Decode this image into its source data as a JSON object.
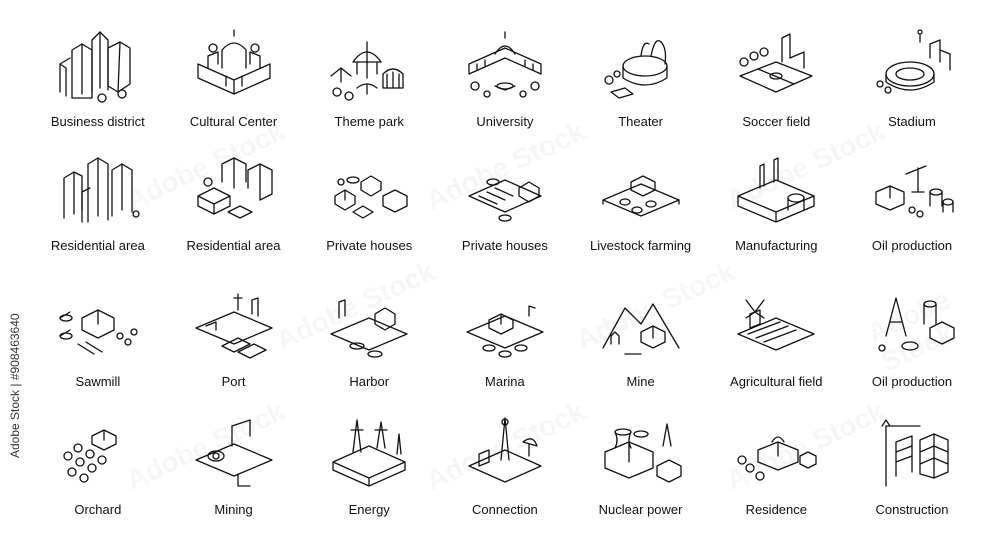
{
  "stock_id": "Adobe Stock | #908463640",
  "watermark": "Adobe Stock",
  "items": [
    {
      "label": "Business district",
      "icon": "business-district-icon"
    },
    {
      "label": "Cultural Center",
      "icon": "cultural-center-icon"
    },
    {
      "label": "Theme park",
      "icon": "theme-park-icon"
    },
    {
      "label": "University",
      "icon": "university-icon"
    },
    {
      "label": "Theater",
      "icon": "theater-icon"
    },
    {
      "label": "Soccer field",
      "icon": "soccer-field-icon"
    },
    {
      "label": "Stadium",
      "icon": "stadium-icon"
    },
    {
      "label": "Residential area",
      "icon": "residential-towers-icon"
    },
    {
      "label": "Residential area",
      "icon": "residential-blocks-icon"
    },
    {
      "label": "Private houses",
      "icon": "private-houses-icon"
    },
    {
      "label": "Private houses",
      "icon": "private-houses-fields-icon"
    },
    {
      "label": "Livestock farming",
      "icon": "livestock-farming-icon"
    },
    {
      "label": "Manufacturing",
      "icon": "manufacturing-icon"
    },
    {
      "label": "Oil production",
      "icon": "oil-production-pump-icon"
    },
    {
      "label": "Sawmill",
      "icon": "sawmill-icon"
    },
    {
      "label": "Port",
      "icon": "port-icon"
    },
    {
      "label": "Harbor",
      "icon": "harbor-icon"
    },
    {
      "label": "Marina",
      "icon": "marina-icon"
    },
    {
      "label": "Mine",
      "icon": "mine-icon"
    },
    {
      "label": "Agricultural field",
      "icon": "agricultural-field-icon"
    },
    {
      "label": "Oil production",
      "icon": "oil-production-tower-icon"
    },
    {
      "label": "Orchard",
      "icon": "orchard-icon"
    },
    {
      "label": "Mining",
      "icon": "mining-icon"
    },
    {
      "label": "Energy",
      "icon": "energy-icon"
    },
    {
      "label": "Connection",
      "icon": "connection-icon"
    },
    {
      "label": "Nuclear power",
      "icon": "nuclear-power-icon"
    },
    {
      "label": "Residence",
      "icon": "residence-icon"
    },
    {
      "label": "Construction",
      "icon": "construction-icon"
    }
  ]
}
